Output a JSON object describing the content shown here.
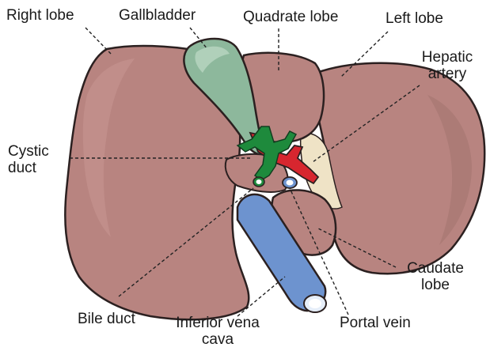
{
  "figure": {
    "labels": {
      "right_lobe": "Right lobe",
      "gallbladder": "Gallbladder",
      "quadrate_lobe": "Quadrate lobe",
      "left_lobe": "Left lobe",
      "hepatic_artery_line1": "Hepatic",
      "hepatic_artery_line2": "artery",
      "cystic_duct_line1": "Cystic",
      "cystic_duct_line2": "duct",
      "caudate_lobe_line1": "Caudate",
      "caudate_lobe_line2": "lobe",
      "bile_duct": "Bile duct",
      "ivc_line1": "Inferior vena",
      "ivc_line2": "cava",
      "portal_vein": "Portal vein"
    },
    "colors": {
      "liver": "#b88480",
      "liver_shadow": "#9d6f6b",
      "gallbladder": "#8db89c",
      "hepatic_artery": "#d7262f",
      "vein_blue": "#6d93cf",
      "bile_green": "#1e8a3c",
      "cream_area": "#efe3c6",
      "outline": "#2b2020",
      "leader": "#222222"
    }
  }
}
